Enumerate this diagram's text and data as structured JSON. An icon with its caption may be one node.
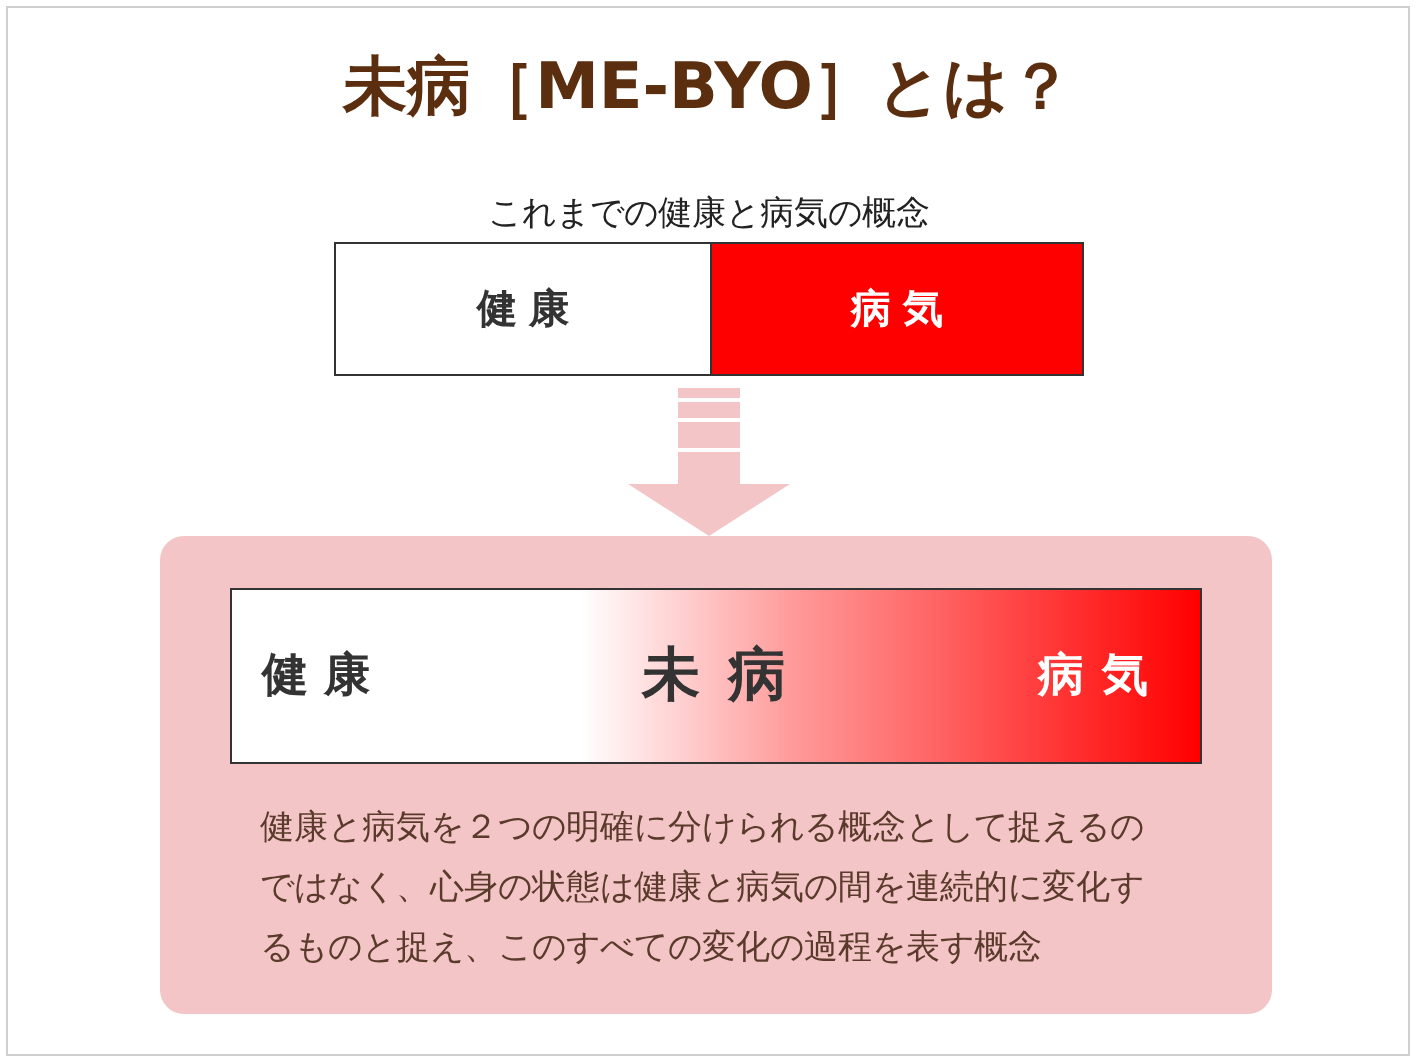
{
  "diagram": {
    "title": "未病［ME-BYO］とは？",
    "nodes": [
      {
        "text": [
          "これまでの健康と病気の概念"
        ]
      },
      {
        "text": [
          "健康"
        ],
        "in": 0
      },
      {
        "text": [
          "病気"
        ],
        "in": 0
      },
      {
        "text": [
          "健康と病気を２つの明確に分けられる概念として捉えるのではなく、心身の状態は健康と病気の間を連続的に変化するものと捉え、このすべての変化の過程を表す概念"
        ]
      },
      {
        "text": [
          "健康",
          "未病",
          "病気"
        ],
        "in": 3
      }
    ],
    "edges": [
      {
        "from": 0,
        "to": 3,
        "arrow": "to"
      }
    ]
  }
}
